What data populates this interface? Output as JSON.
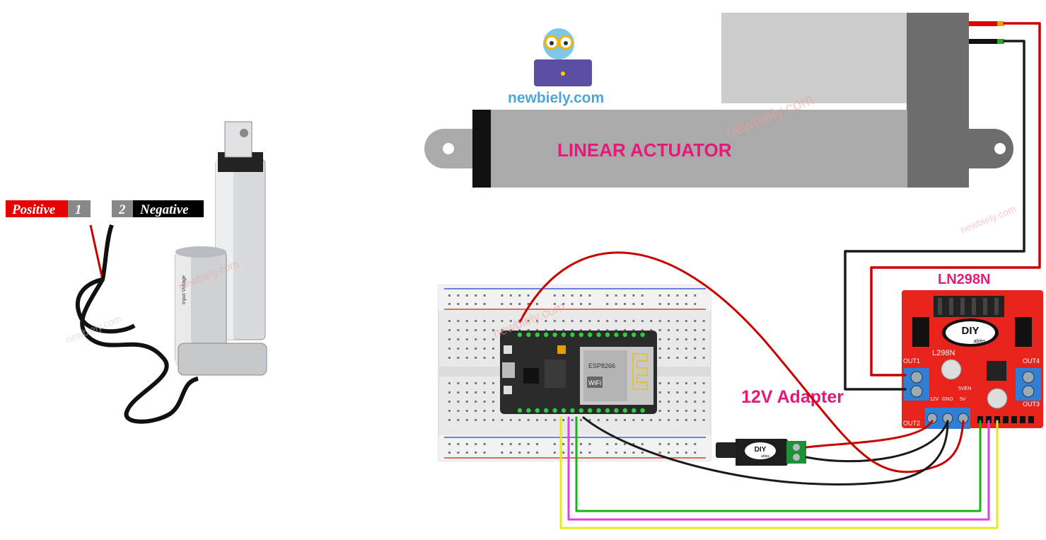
{
  "logo": {
    "text": "newbiely.com"
  },
  "watermarks": [
    "newbiely.com",
    "newbiely.com",
    "newbiely.com",
    "newbiely.com",
    "newbiely.com"
  ],
  "actuator_photo": {
    "positive_label": "Positive",
    "positive_number": "1",
    "negative_number": "2",
    "negative_label": "Negative",
    "body_print": "Input Voltage"
  },
  "actuator_diagram": {
    "label": "LINEAR ACTUATOR"
  },
  "driver": {
    "title": "LN298N",
    "brand": "DIY",
    "brand_sub": "ables",
    "chip": "L298N",
    "out1": "OUT1",
    "out2": "OUT2",
    "out3": "OUT3",
    "out4": "OUT4",
    "v12": "12V",
    "gnd": "GND",
    "v5": "5V",
    "en": "5VEN"
  },
  "adapter": {
    "label": "12V Adapter",
    "brand": "DIY",
    "brand_sub": "ables"
  },
  "mcu": {
    "module": "ESP8266",
    "wifi": "WiFi"
  },
  "colors": {
    "accent_pink": "#e6197a",
    "wire_red": "#c80000",
    "wire_black": "#1a1a1a",
    "wire_green": "#19b219",
    "wire_magenta": "#e040e0",
    "wire_yellow": "#e8e820",
    "driver_red": "#e8231c",
    "terminal_blue": "#2f7fd6"
  }
}
